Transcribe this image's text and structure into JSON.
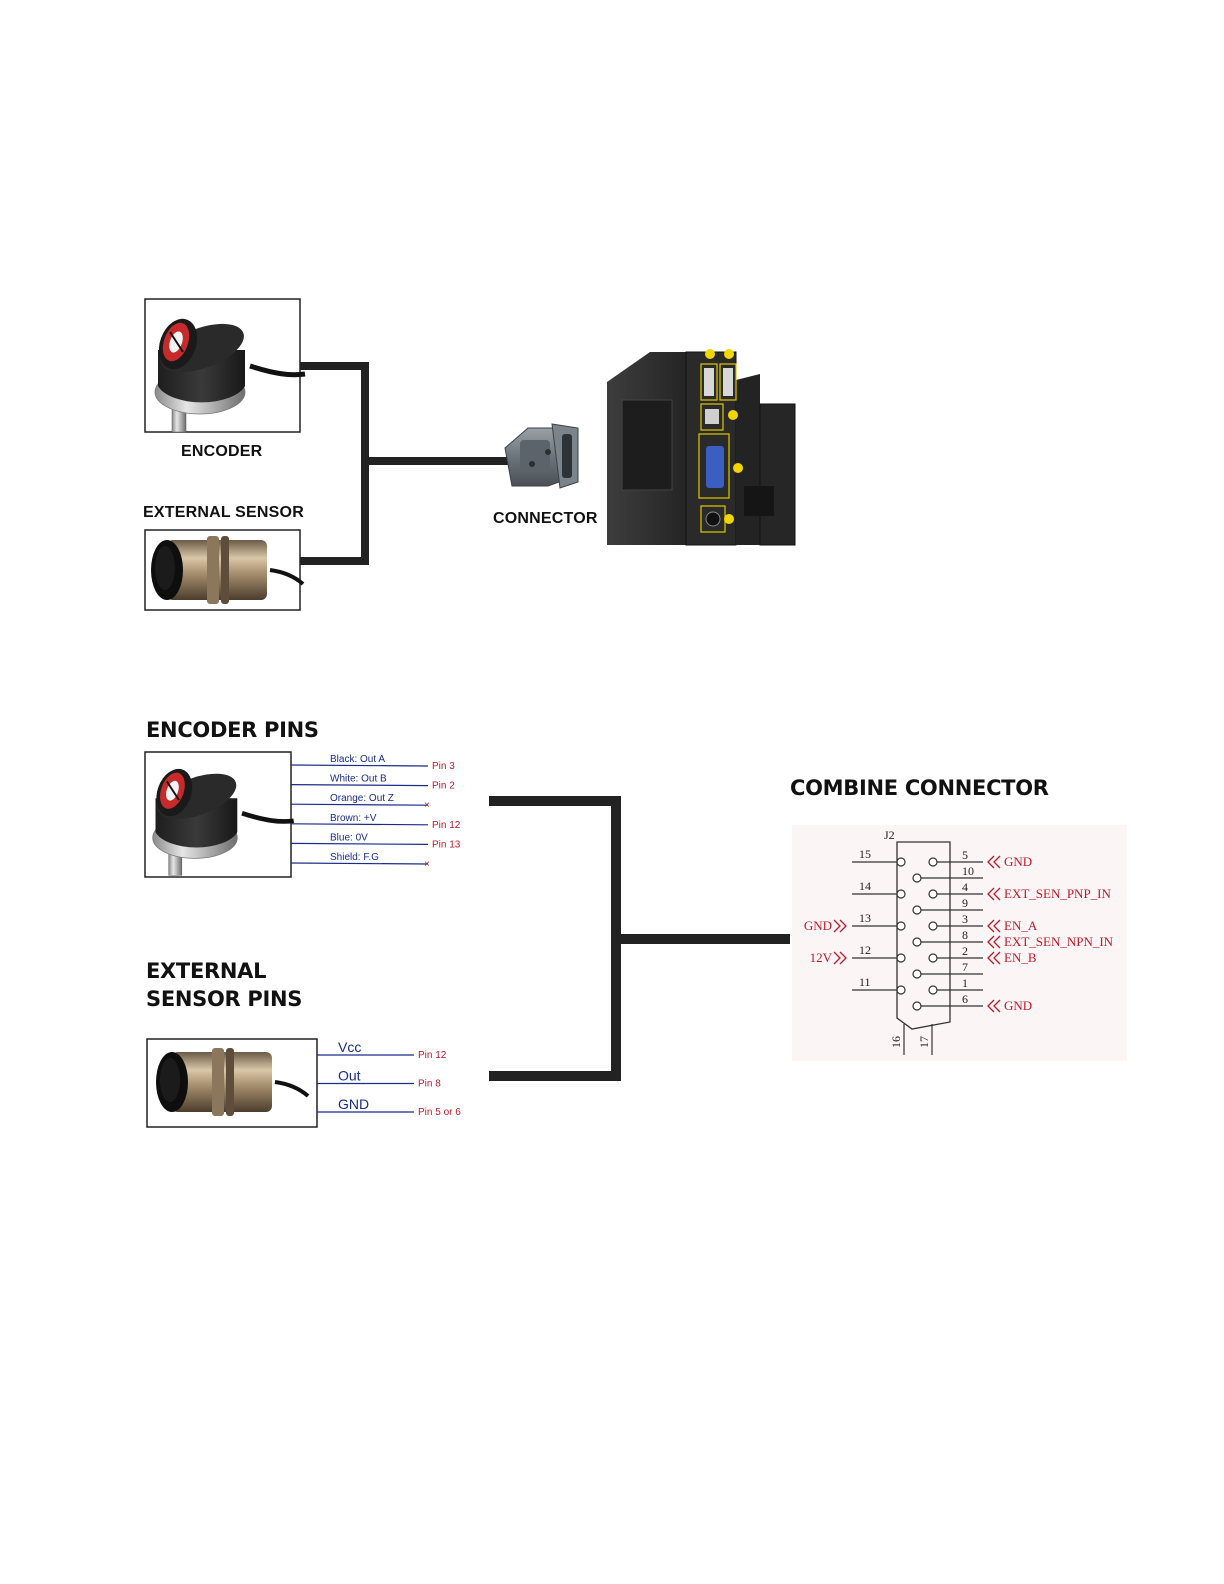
{
  "top": {
    "encoder_label": "ENCODER",
    "sensor_label": "EXTERNAL SENSOR",
    "connector_label": "CONNECTOR"
  },
  "bottom": {
    "encoder_heading": "ENCODER PINS",
    "sensor_heading_line1": "EXTERNAL",
    "sensor_heading_line2": "SENSOR PINS",
    "combine_heading": "COMBINE CONNECTOR",
    "encoder_wires": [
      {
        "label": "Black: Out A",
        "pin": "Pin 3"
      },
      {
        "label": "White: Out B",
        "pin": "Pin 2"
      },
      {
        "label": "Orange: Out Z",
        "pin": "×"
      },
      {
        "label": "Brown: +V",
        "pin": "Pin 12"
      },
      {
        "label": "Blue: 0V",
        "pin": "Pin 13"
      },
      {
        "label": "Shield: F.G",
        "pin": "×"
      }
    ],
    "sensor_wires": [
      {
        "label": "Vcc",
        "pin": "Pin 12"
      },
      {
        "label": "Out",
        "pin": "Pin 8"
      },
      {
        "label": "GND",
        "pin": "Pin 5 or 6"
      }
    ]
  },
  "schematic": {
    "ref": "J2",
    "left_pins": [
      "15",
      "14",
      "13",
      "12",
      "11"
    ],
    "right_pins": [
      "5",
      "10",
      "4",
      "9",
      "3",
      "8",
      "2",
      "7",
      "1",
      "6"
    ],
    "bottom_pins": [
      "16",
      "17"
    ],
    "left_nets": {
      "13": "GND",
      "12": "12V"
    },
    "right_nets": {
      "5": "GND",
      "4": "EXT_SEN_PNP_IN",
      "3": "EN_A",
      "8": "EXT_SEN_NPN_IN",
      "2": "EN_B",
      "6": "GND"
    }
  },
  "colors": {
    "wire_blue": "#1a2b8a",
    "pin_red": "#c0182a",
    "cable": "#222222",
    "marker_yellow": "#f2d600"
  },
  "icons": {
    "encoder": "rotary-encoder-photo",
    "sensor": "proximity-sensor-photo",
    "db_connector": "db15-connector-photo",
    "device": "controller-box-photo"
  }
}
